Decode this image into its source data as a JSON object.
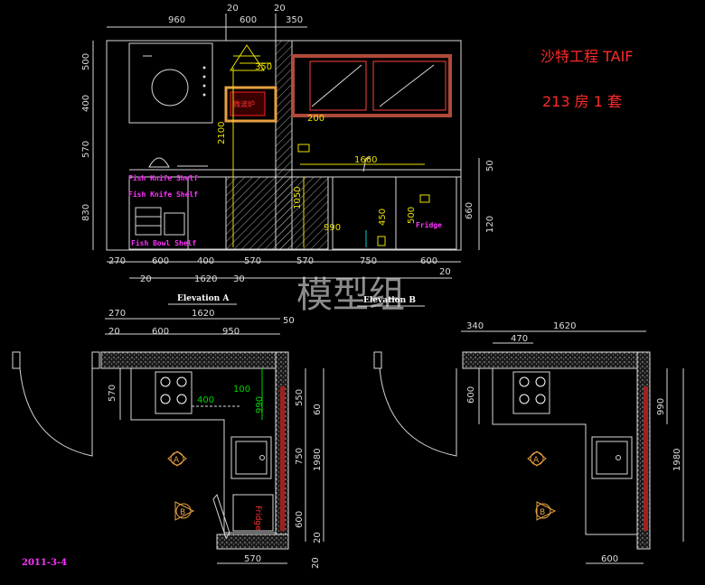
{
  "header": {
    "project_title": "沙特工程 TAIF",
    "subtitle": "213 房 1 套"
  },
  "watermark": "模型组",
  "date": "2011-3-4",
  "elevation_a": {
    "title": "Elevation A",
    "top_dims": [
      "960",
      "20",
      "600",
      "20",
      "350"
    ],
    "left_dims": [
      "500",
      "400",
      "570",
      "830"
    ],
    "bottom_dims": [
      "600",
      "400",
      "570",
      "570",
      "750",
      "600"
    ],
    "bottom_left_270": "270",
    "bottom_20a": "20",
    "bottom_20b": "20",
    "total_1620": "1620",
    "gap_30": "30",
    "right_dims": [
      "50",
      "660",
      "120"
    ],
    "inner_350": "350",
    "inner_200": "200",
    "inner_2100": "2100",
    "inner_1660": "1660",
    "inner_1050": "1050",
    "inner_990": "990",
    "inner_450": "450",
    "inner_500": "500",
    "labels": [
      "Fish Knife Shelf",
      "Fish Knife Shelf",
      "Fish Bowl Shelf",
      "Fridge"
    ],
    "microwave_label": "微波炉"
  },
  "plan_left": {
    "top_dims": [
      "270",
      "1620",
      "20",
      "600",
      "950",
      "50"
    ],
    "left_dim": "570",
    "right_dims": [
      "550",
      "60",
      "1980",
      "750",
      "600",
      "20"
    ],
    "inner_400": "400",
    "inner_100": "100",
    "inner_990": "990",
    "bottom_dim": "570",
    "bottom_20": "20",
    "fridge_label": "Fridge",
    "marker_a": "A",
    "marker_b": "B"
  },
  "plan_right": {
    "top_dims": [
      "340",
      "1620",
      "470"
    ],
    "left_dim": "600",
    "right_dims": [
      "990",
      "1980"
    ],
    "bottom_dim": "600",
    "marker_a": "A",
    "marker_b": "B"
  }
}
